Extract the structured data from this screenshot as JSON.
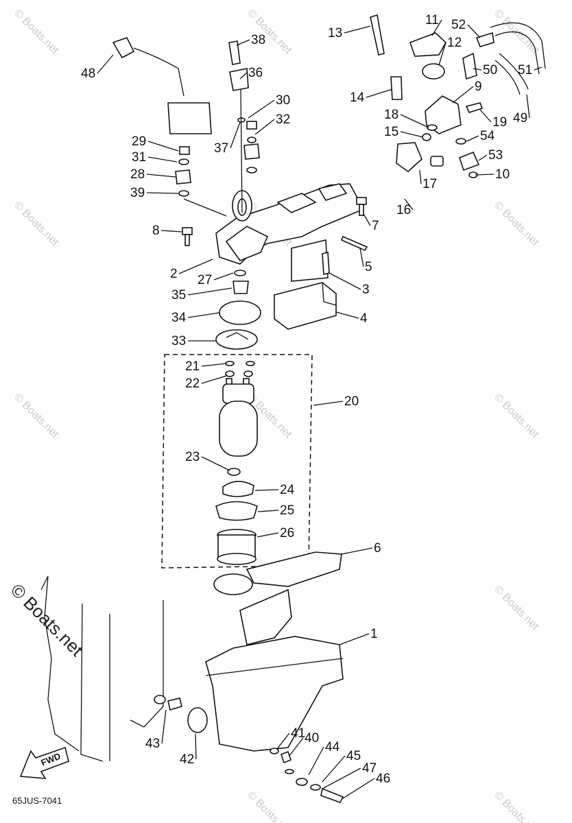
{
  "diagram": {
    "code": "65JUS-7041",
    "fwd_label": "FWD",
    "watermark": "© Boats.net",
    "callouts": [
      "1",
      "2",
      "3",
      "4",
      "5",
      "6",
      "7",
      "8",
      "9",
      "10",
      "11",
      "12",
      "13",
      "14",
      "15",
      "16",
      "17",
      "18",
      "19",
      "20",
      "21",
      "22",
      "23",
      "24",
      "25",
      "26",
      "27",
      "28",
      "29",
      "30",
      "31",
      "32",
      "33",
      "34",
      "35",
      "36",
      "37",
      "38",
      "39",
      "40",
      "41",
      "42",
      "43",
      "44",
      "45",
      "46",
      "47",
      "48",
      "49",
      "50",
      "51",
      "52",
      "53",
      "54"
    ]
  }
}
